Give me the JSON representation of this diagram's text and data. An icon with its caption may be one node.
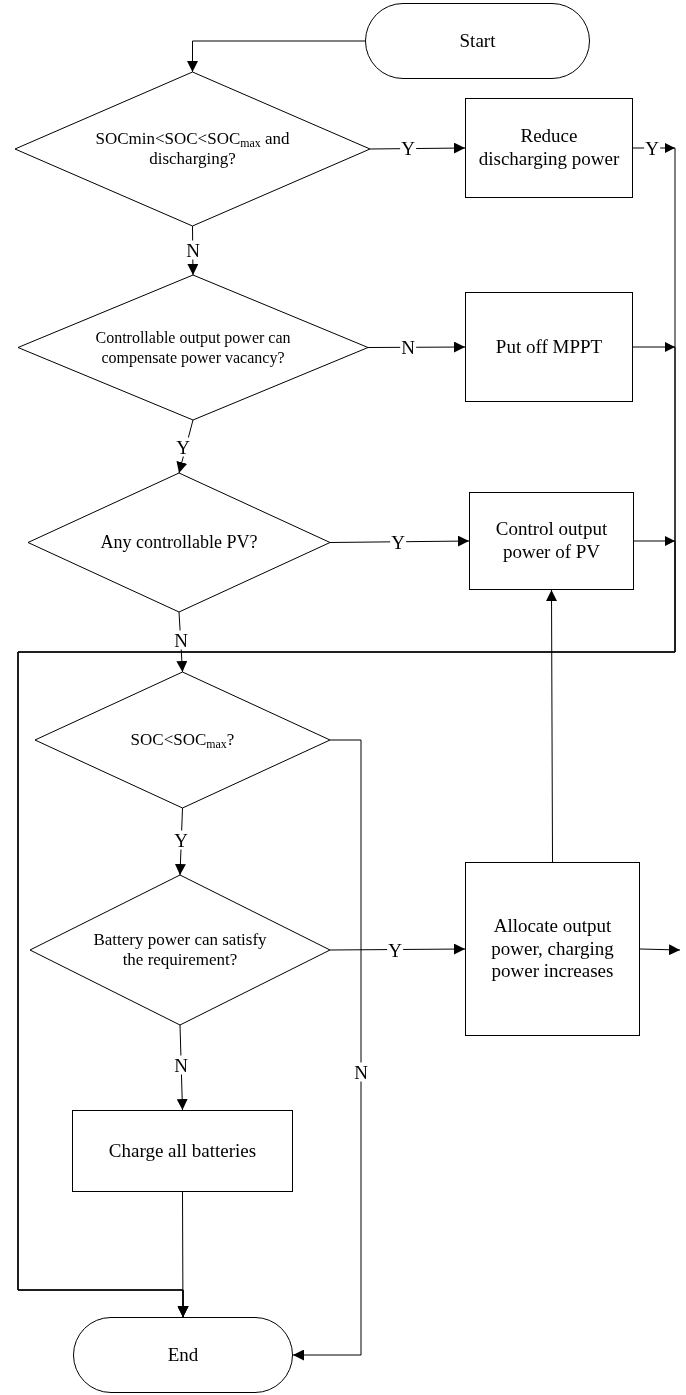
{
  "diagram": {
    "nodes": [
      {
        "text": [
          "Start"
        ]
      },
      {
        "text": [
          "SOCmin<SOC<SOC$_{max}$ and discharging?"
        ]
      },
      {
        "text": [
          "Reduce discharging power"
        ]
      },
      {
        "text": [
          "Controllable output power can compensate power vacancy?"
        ]
      },
      {
        "text": [
          "Put off MPPT"
        ]
      },
      {
        "text": [
          "Any controllable PV?"
        ]
      },
      {
        "text": [
          "Control output power of PV"
        ]
      },
      {
        "text": [
          "SOC<SOC$_{max}$?"
        ]
      },
      {
        "text": [
          "Battery power can satisfy the requirement?"
        ]
      },
      {
        "text": [
          "Allocate output power, charging power increases"
        ]
      },
      {
        "text": [
          "Charge all batteries"
        ]
      },
      {
        "text": [
          "End"
        ]
      }
    ],
    "edges": [
      {
        "from": 0,
        "to": 1,
        "arrow": "to"
      },
      {
        "from": 1,
        "to": 2,
        "arrow": "to",
        "label": "Y"
      },
      {
        "from": 1,
        "to": 3,
        "arrow": "to",
        "label": "N"
      },
      {
        "from": 3,
        "to": 4,
        "arrow": "to",
        "label": "N"
      },
      {
        "from": 3,
        "to": 5,
        "arrow": "to",
        "label": "Y"
      },
      {
        "from": 5,
        "to": 6,
        "arrow": "to",
        "label": "Y"
      },
      {
        "from": 5,
        "to": 7,
        "arrow": "to",
        "label": "N"
      },
      {
        "from": 2,
        "to": 11,
        "arrow": "to",
        "label": "Y"
      },
      {
        "from": 4,
        "to": 11,
        "arrow": "to"
      },
      {
        "from": 6,
        "to": 11,
        "arrow": "to"
      },
      {
        "from": 7,
        "to": 8,
        "arrow": "to",
        "label": "Y"
      },
      {
        "from": 7,
        "to": 11,
        "arrow": "to",
        "label": "N"
      },
      {
        "from": 8,
        "to": 9,
        "arrow": "to",
        "label": "Y"
      },
      {
        "from": 8,
        "to": 10,
        "arrow": "to",
        "label": "N"
      },
      {
        "from": 9,
        "to": 6,
        "arrow": "to"
      },
      {
        "from": 9,
        "to": null,
        "arrow": "to"
      },
      {
        "from": 10,
        "to": 11,
        "arrow": "to"
      }
    ]
  }
}
